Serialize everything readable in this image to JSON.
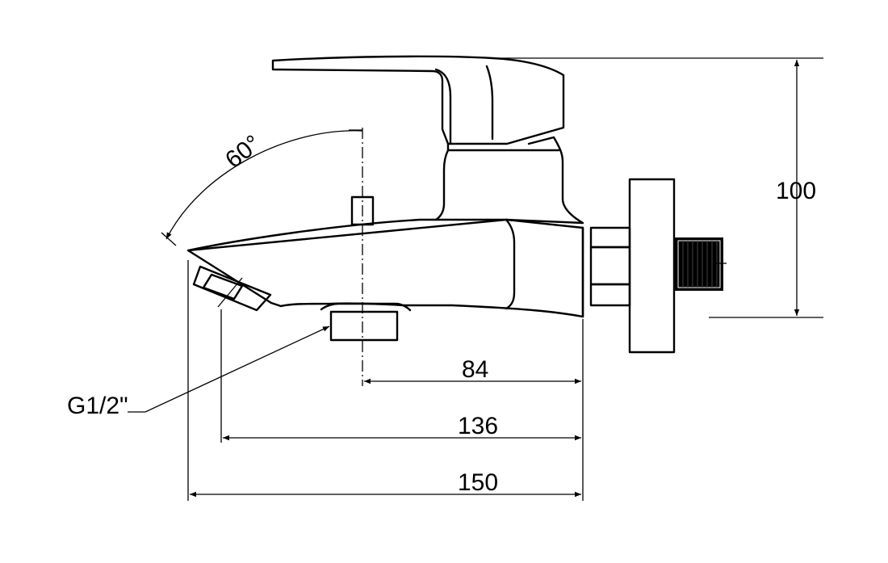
{
  "dimensions": {
    "angle": "60°",
    "height": "100",
    "spout_axis": "84",
    "spout_tip": "136",
    "overall": "150",
    "thread": "G1/2\""
  },
  "colors": {
    "line": "#000000",
    "background": "#ffffff"
  }
}
